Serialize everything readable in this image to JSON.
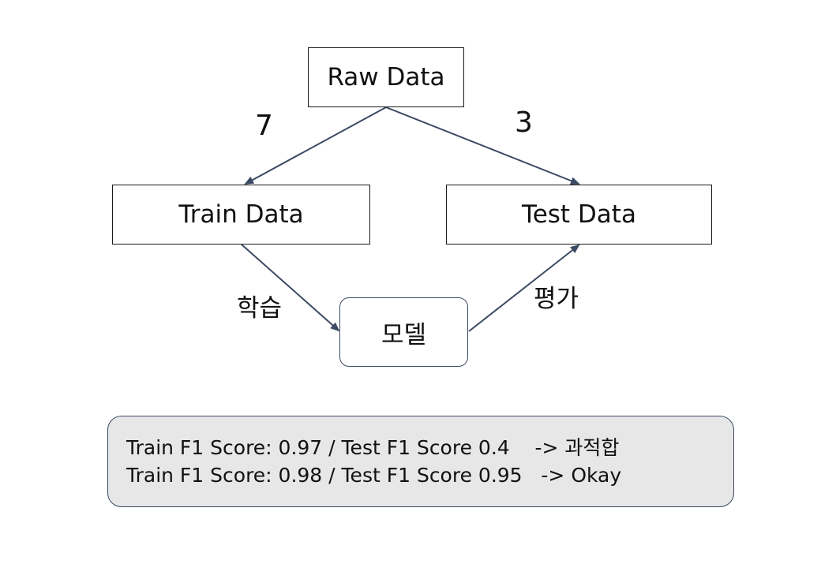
{
  "nodes": {
    "raw_data": "Raw Data",
    "train_data": "Train Data",
    "test_data": "Test Data",
    "model": "모델"
  },
  "edge_labels": {
    "train_split": "7",
    "test_split": "3",
    "learn": "학습",
    "evaluate": "평가"
  },
  "summary": {
    "lines": [
      "Train F1 Score: 0.97 / Test F1 Score 0.4    -> 과적합",
      "Train F1 Score: 0.98 / Test F1 Score 0.95   -> Okay"
    ]
  },
  "colors": {
    "arrow": "#3c4a63",
    "summary_background": "#e7e7e7"
  }
}
